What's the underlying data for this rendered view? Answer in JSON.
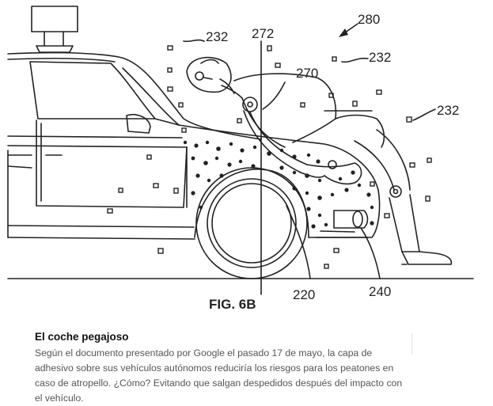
{
  "figure": {
    "label": "FIG. 6B",
    "refs": {
      "r280": "280",
      "r272": "272",
      "r232a": "232",
      "r232b": "232",
      "r232c": "232",
      "r270": "270",
      "r220": "220",
      "r240": "240"
    }
  },
  "caption": {
    "title": "El coche pegajoso",
    "body": "Según el documento presentado por Google el pasado 17 de mayo, la capa de adhesivo sobre sus vehículos autónomos reduciría los riesgos para los peatones en caso de atropello. ¿Cómo? Evitando que salgan despedidos después del impacto con el vehículo."
  }
}
